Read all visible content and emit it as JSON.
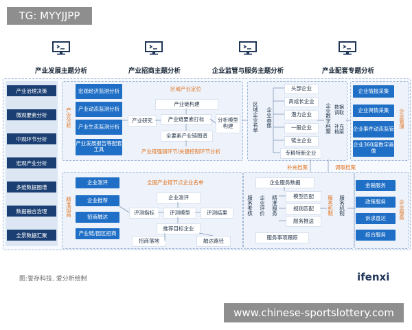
{
  "watermark_top": "TG: MYYJJPP",
  "watermark_bottom": "www.chinese-sportslottery.com",
  "headers": [
    "产业发展主题分析",
    "产业招商主题分析",
    "企业监管与服务主题分析",
    "产业配套专题分析"
  ],
  "left_column": [
    "产业治理决策",
    "微观要素分析",
    "中观环节分析",
    "宏观产业分析",
    "多维数据图谱",
    "数据融合治理",
    "全景数据汇聚"
  ],
  "industry_analysis": {
    "title": "产业分析",
    "blue_boxes": [
      "宏观经济监测分析",
      "产业动态监测分析",
      "产业生态监测分析",
      "产业发展报告等配套工具"
    ],
    "region_position": "区域产业定位",
    "chain_build": "产业链构建",
    "research": "产业研究",
    "chain_score": "产业链要素打标",
    "model": "分析模型构建",
    "full_graph": "全要素产业链图谱",
    "weak_link": "产业链强弱环节/关键控制环节分析"
  },
  "enterprise_profile": {
    "region_list": "区域企业名单",
    "portrait": "企业画像",
    "types": [
      "头部企业",
      "高成长企业",
      "潜力企业",
      "一般企业",
      "链主企业",
      "专精特新企业"
    ],
    "digital_file": "企业数字档案",
    "data_call": "数据调取",
    "supplement": "补充档案"
  },
  "enterprise_management": {
    "title": "企业管理",
    "items": [
      "企业情报采集",
      "企业舆情采集",
      "企业事件动态监管",
      "企业360度数字画像"
    ]
  },
  "archive_flow": {
    "supplement": "补充档案",
    "call": "调取档案"
  },
  "investment": {
    "title": "精准招商",
    "blue_boxes": [
      "企业测评",
      "企业推荐",
      "招商触达",
      "产业链/园区招商"
    ],
    "national_list": "全国产业链节点企业名单",
    "evaluate": "企业测评",
    "metrics": "评测指标",
    "eval_model": "评测模型",
    "eval_result": "评测结果",
    "recommend": "推荐目标企业",
    "landing": "招商落地",
    "path": "触达路径"
  },
  "service": {
    "data": "企业服务数据",
    "assessment": "服务考核",
    "evaluation": "企业评价",
    "precise": "精准服务",
    "match": "模型匹配",
    "rule": "规则匹配",
    "push": "服务推送",
    "mechanism": "服务机制",
    "tracking": "服务事项跟踪"
  },
  "enterprise_service": {
    "title": "企业服务",
    "items": [
      "金融服务",
      "政策服务",
      "诉求直达",
      "综合服务"
    ]
  },
  "caption": "图:誉存科技, 爱分析绘制",
  "logo": "ifenxi"
}
